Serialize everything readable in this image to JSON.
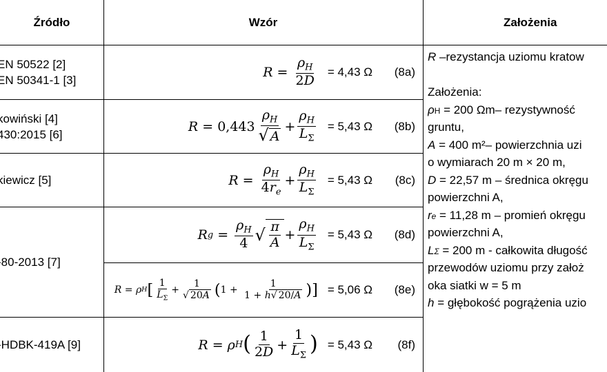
{
  "headers": {
    "source": "Źródło",
    "formula": "Wzór",
    "assumptions": "Założenia"
  },
  "sources": [
    {
      "lines": [
        "EN 50522 [2]",
        "EN 50341-1 [3]"
      ]
    },
    {
      "lines": [
        "kowiński [4]",
        "430:2015 [6]"
      ]
    },
    {
      "lines": [
        "kiewicz [5]"
      ]
    },
    {
      "lines": [
        "-80-2013 [7]"
      ]
    },
    {
      "lines": [
        "-HDBK-419A [9]"
      ]
    }
  ],
  "formulas": [
    {
      "value": "= 4,43 Ω",
      "label": "(8a)"
    },
    {
      "value": "= 5,43 Ω",
      "label": "(8b)",
      "coef": "0,443"
    },
    {
      "value": "= 5,43 Ω",
      "label": "(8c)"
    },
    {
      "value": "= 5,43 Ω",
      "label": "(8d)"
    },
    {
      "value": "= 5,06 Ω",
      "label": "(8e)"
    },
    {
      "value": "= 5,43 Ω",
      "label": "(8f)"
    }
  ],
  "assumptions": {
    "r_def": "–rezystancja uziomu kratow",
    "heading": "Założenia:",
    "rho": "= 200 Ωm– rezystywność",
    "rho_cont": "gruntu,",
    "A": "= 400 m²– powierzchnia uzi",
    "A_cont": "o wymiarach 20 m × 20 m,",
    "D": "= 22,57 m – średnica okręgu",
    "D_cont": "powierzchni A,",
    "re": "= 11,28 m – promień okręgu",
    "re_cont": "powierzchni A,",
    "L": "= 200 m - całkowita długość",
    "L_cont": "przewodów uziomu przy założ",
    "w": "oka siatki w = 5 m",
    "h": "= głębokość pogrążenia uzio"
  }
}
